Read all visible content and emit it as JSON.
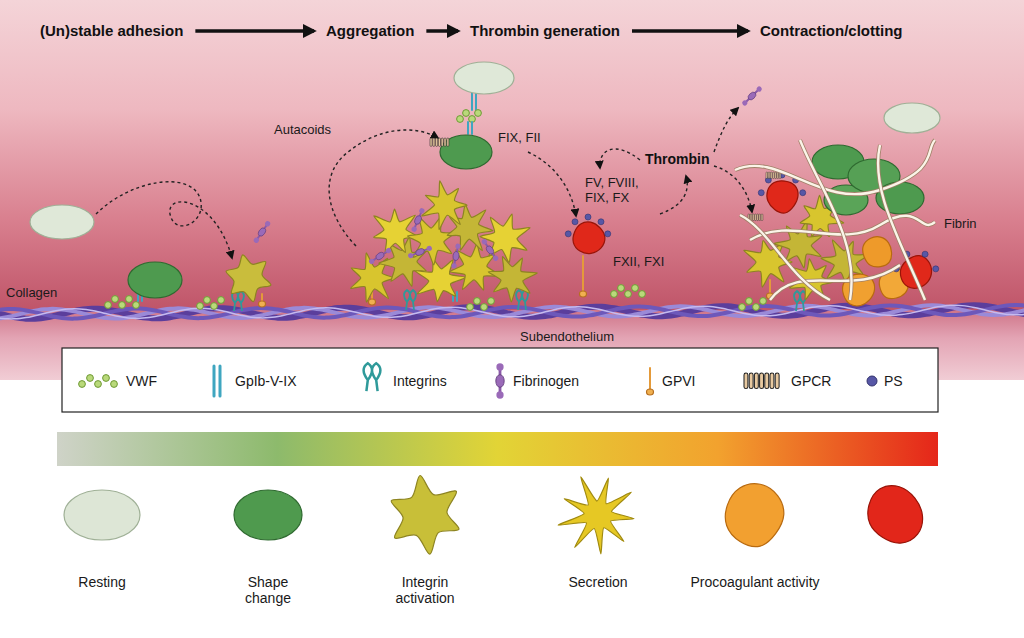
{
  "diagram": {
    "labels": [
      "(Un)stable adhesion",
      "Aggregation",
      "Thrombin generation",
      "Contraction/clotting",
      "Autacoids",
      "FIX, FII",
      "FV, FVIII, FIX, FX",
      "Thrombin",
      "FXII, FXI",
      "Fibrin",
      "Collagen",
      "Subendothelium",
      "Resting",
      "Shape change",
      "Integrin activation",
      "Secretion",
      "Procoagulant activity"
    ],
    "legend": [
      {
        "text": "VWF"
      },
      {
        "text": "GpIb-V-IX"
      },
      {
        "text": "Integrins"
      },
      {
        "text": "Fibrinogen"
      },
      {
        "text": "GPVI"
      },
      {
        "text": "GPCR"
      },
      {
        "text": "PS"
      }
    ]
  }
}
